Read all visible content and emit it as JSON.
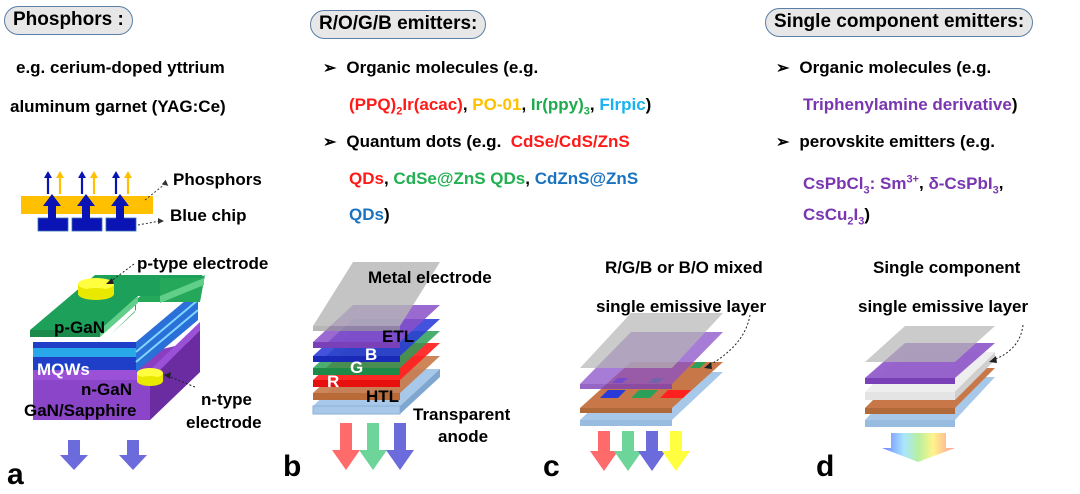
{
  "phosphors": {
    "heading": "Phosphors :",
    "line1": "e.g. cerium-doped yttrium",
    "line2": "aluminum garnet (YAG:Ce)",
    "diagram_labels": {
      "phosphors": "Phosphors",
      "blue_chip": "Blue chip"
    }
  },
  "rogb": {
    "heading": "R/O/G/B emitters:",
    "bullet1_intro": "Organic molecules (e.g.",
    "bullet1_items": [
      {
        "text": "(PPQ)",
        "sub": "2",
        "rest": "Ir(acac)",
        "color": "#ff1a1a"
      },
      {
        "text": "PO-01",
        "sub": "",
        "rest": "",
        "color": "#ffc000"
      },
      {
        "text": "Ir(ppy)",
        "sub": "3",
        "rest": "",
        "color": "#1faa4d"
      },
      {
        "text": "FIrpic",
        "sub": "",
        "rest": "",
        "color": "#1ab2ef"
      }
    ],
    "bullet2_intro": "Quantum dots (e.g.",
    "qd_red": "CdSe/CdS/ZnS",
    "qd_red2": "QDs",
    "qd_green": "CdSe@ZnS QDs",
    "qd_blue": "CdZnS@ZnS",
    "qd_blue2": "QDs",
    "close": ")",
    "sep": ", "
  },
  "single": {
    "heading": "Single component emitters:",
    "bullet1_intro": "Organic molecules (e.g.",
    "bullet1_item": "Triphenylamine derivative",
    "bullet2_intro": "perovskite emitters (e.g.",
    "p1": "CsPbCl",
    "p1_sub": "3",
    "p1_rest": ": Sm",
    "p1_sup": "3+",
    "p2": "δ-CsPbI",
    "p2_sub": "3",
    "p3": "CsCu",
    "p3_sub1": "2",
    "p3_mid": "I",
    "p3_sub2": "3",
    "close": ")"
  },
  "panel_a": {
    "letter": "a",
    "p_electrode": "p-type electrode",
    "p_gan": "p-GaN",
    "mqws": "MQWs",
    "n_gan": "n-GaN",
    "substrate": "GaN/Sapphire",
    "n_electrode_1": "n-type",
    "n_electrode_2": "electrode"
  },
  "panel_b": {
    "letter": "b",
    "metal": "Metal electrode",
    "etl": "ETL",
    "b": "B",
    "g": "G",
    "r": "R",
    "htl": "HTL",
    "anode_1": "Transparent",
    "anode_2": "anode"
  },
  "panel_c": {
    "letter": "c",
    "title1": "R/G/B or B/O mixed",
    "title2": "single emissive layer"
  },
  "panel_d": {
    "letter": "d",
    "title1": "Single component",
    "title2": "single emissive layer"
  },
  "colors": {
    "pill_fill": "#e7e7e7",
    "pill_border": "#5b7fa6",
    "red": "#ff1a1a",
    "orange": "#ffc000",
    "green": "#1faa4d",
    "cyan": "#1ab2ef",
    "blue": "#1a73c0",
    "purple": "#7a36b0"
  }
}
